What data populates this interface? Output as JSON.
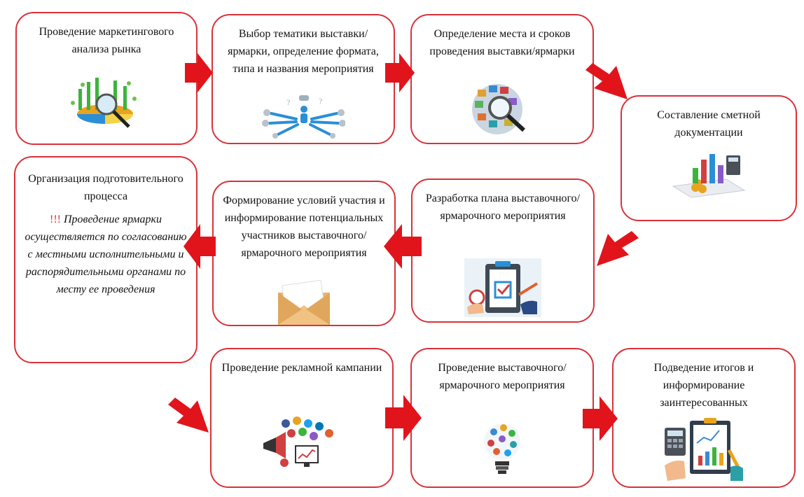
{
  "steps": [
    {
      "id": "s1",
      "title": "Проведение маркетингового анализа рынка",
      "icon": "market-analysis-icon"
    },
    {
      "id": "s2",
      "title": "Выбор тематики выставки/ярмарки, определение формата, типа и названия мероприятия",
      "icon": "choice-arrows-icon"
    },
    {
      "id": "s3",
      "title": "Определение места и сроков проведения выставки/ярмарки",
      "icon": "globe-magnifier-icon"
    },
    {
      "id": "s4",
      "title": "Составление сметной документации",
      "icon": "budget-charts-icon"
    },
    {
      "id": "s5",
      "title": "Разработка плана выставочного/ярмарочного мероприятия",
      "icon": "clipboard-plan-icon"
    },
    {
      "id": "s6",
      "title": "Формирование условий участия и информирование потенциальных участников выставочного/ярмарочного мероприятия",
      "icon": "envelope-icon"
    },
    {
      "id": "s7",
      "title": "Организация подготовительного процесса",
      "icon": "",
      "note_mark": "!!!",
      "note": "Проведение ярмарки осуществляется по согласованию с местными исполнительными и распорядительными органами по месту ее проведения"
    },
    {
      "id": "s8",
      "title": "Проведение рекламной кампании",
      "icon": "social-media-icon"
    },
    {
      "id": "s9",
      "title": "Проведение выставочного/ярмарочного мероприятия",
      "icon": "lightbulb-icon"
    },
    {
      "id": "s10",
      "title": "Подведение итогов и информирование заинтересованных",
      "icon": "report-review-icon"
    }
  ],
  "colors": {
    "border": "#d9323a",
    "arrow": "#e1141c"
  }
}
